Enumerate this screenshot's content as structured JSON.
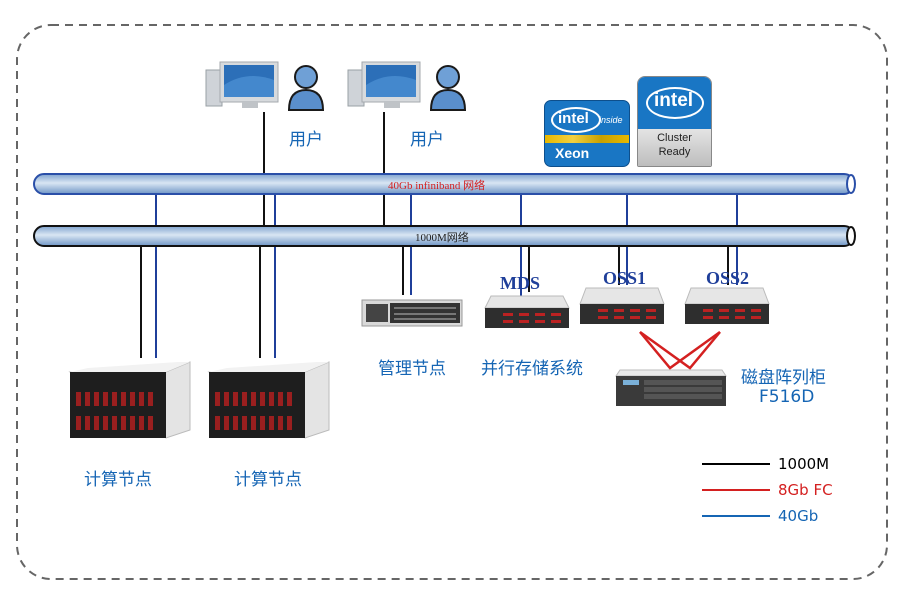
{
  "networks": {
    "infiniband": {
      "label": "40Gb  infiniband 网络",
      "label_color": "#d42020"
    },
    "ethernet": {
      "label": "1000M网络",
      "label_color": "#222222"
    }
  },
  "users": [
    {
      "label": "用户"
    },
    {
      "label": "用户"
    }
  ],
  "logos": {
    "xeon": {
      "brand": "intel",
      "sub": "inside",
      "product": "Xeon"
    },
    "cluster": {
      "brand": "intel",
      "line1": "Cluster",
      "line2": "Ready"
    }
  },
  "servers": {
    "mds": {
      "label": "MDS"
    },
    "oss1": {
      "label": "OSS1"
    },
    "oss2": {
      "label": "OSS2"
    }
  },
  "nodes": {
    "compute1": {
      "label": "计算节点"
    },
    "compute2": {
      "label": "计算节点"
    },
    "management": {
      "label": "管理节点"
    },
    "storage_system": {
      "label": "并行存储系统"
    },
    "disk_array": {
      "line1": "磁盘阵列柜",
      "line2": "F516D"
    }
  },
  "legend": [
    {
      "label": "1000M",
      "color": "#000000"
    },
    {
      "label": "8Gb FC",
      "color": "#d42020"
    },
    {
      "label": "40Gb",
      "color": "#1565b4"
    }
  ],
  "colors": {
    "pipe_fill": "#9fbcdc",
    "ib_link": "#1f3f9a",
    "eth_link": "#111111",
    "fc_link": "#d42020",
    "label_blue": "#1565b4"
  }
}
